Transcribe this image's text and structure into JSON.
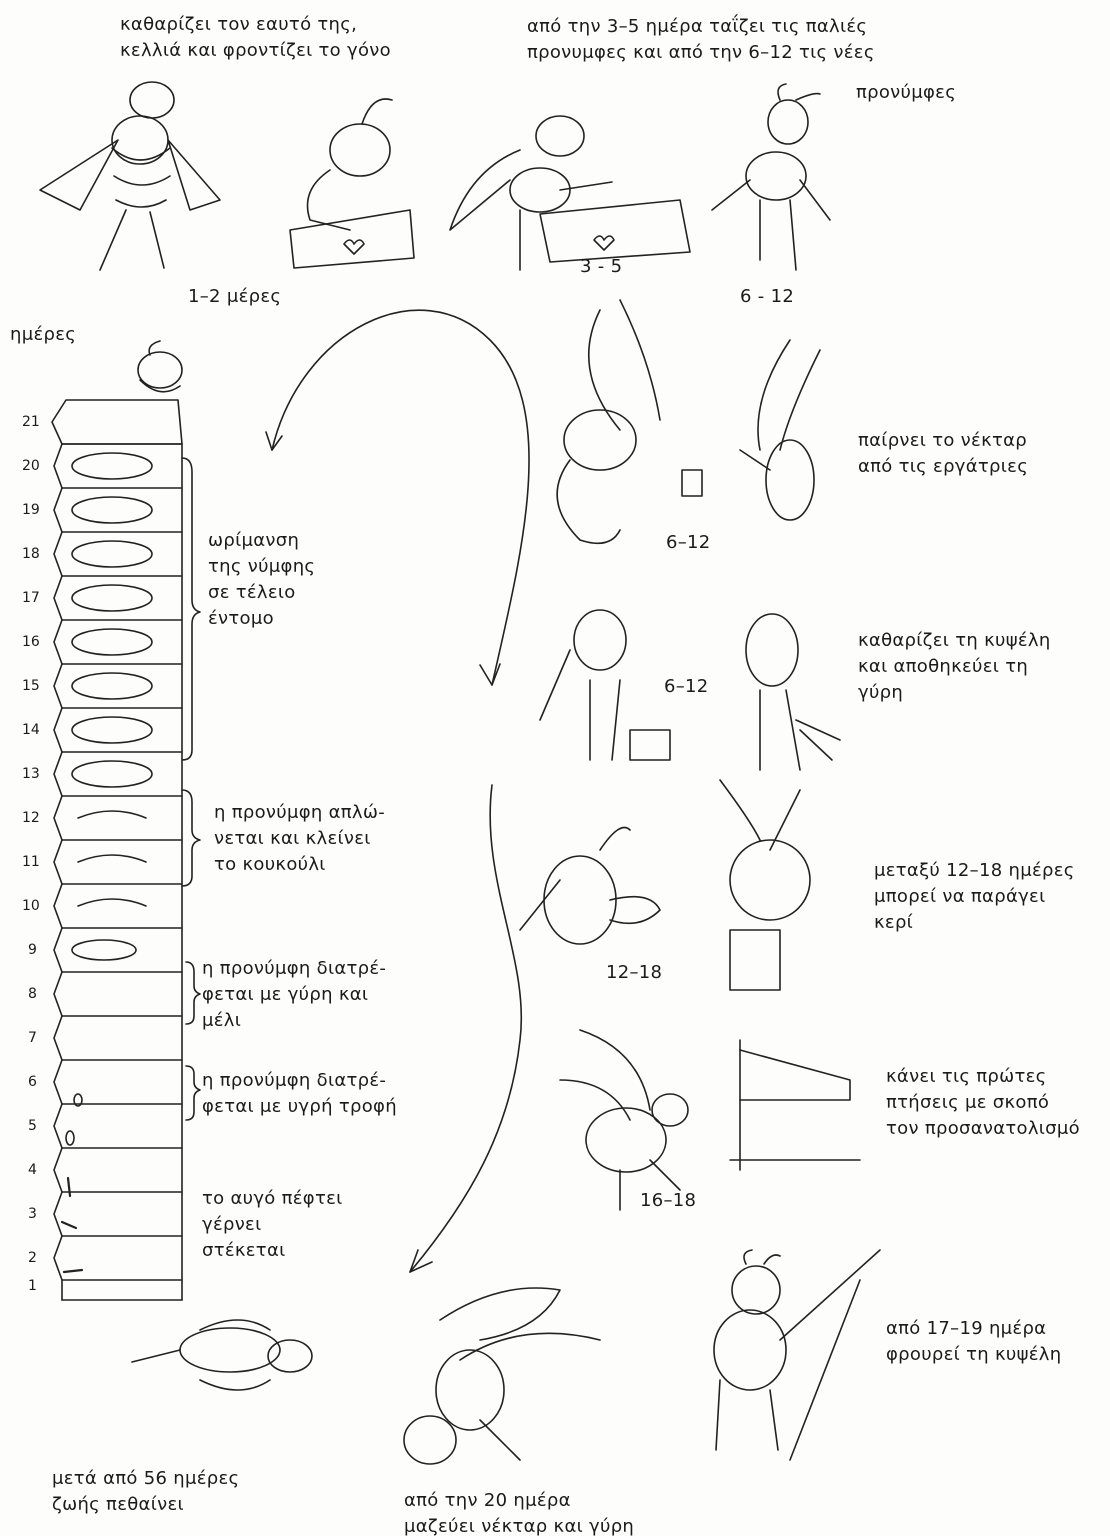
{
  "stages": {
    "cleaning": {
      "lines": [
        "καθαρίζει τον εαυτό της,",
        "κελλιά και φροντίζει το γόνο"
      ],
      "days": "1–2 μέρες"
    },
    "feeding": {
      "lines": [
        "από την 3–5 ημέρα ταΐζει τις παλιές",
        "προνυμφες και από την 6–12 τις νέες",
        "προνύμφες"
      ],
      "days_a": "3 - 5",
      "days_b": "6 - 12"
    },
    "nectar": {
      "lines": [
        "παίρνει το νέκταρ",
        "από τις εργάτριες"
      ],
      "days": "6–12"
    },
    "hive_clean": {
      "lines": [
        "καθαρίζει τη κυψέλη",
        "και αποθηκεύει τη",
        "γύρη"
      ],
      "days": "6–12"
    },
    "wax": {
      "lines": [
        "μεταξύ 12–18 ημέρες",
        "μπορεί να παράγει",
        "κερί"
      ],
      "days": "12–18"
    },
    "flights": {
      "lines": [
        "κάνει τις πρώτες",
        "πτήσεις με σκοπό",
        "τον προσανατολισμό"
      ],
      "days": "16–18"
    },
    "guard": {
      "lines": [
        "από 17–19 ημέρα",
        "φρουρεί τη κυψέλη"
      ]
    },
    "forage": {
      "lines": [
        "από την 20 ημέρα",
        "μαζεύει νέκταρ και γύρη"
      ]
    },
    "death": {
      "lines": [
        "μετά από 56 ημέρες",
        "ζωής πεθαίνει"
      ]
    }
  },
  "cell_column": {
    "axis_label": "ημέρες",
    "day_numbers": [
      "21",
      "20",
      "19",
      "18",
      "17",
      "16",
      "15",
      "14",
      "13",
      "12",
      "11",
      "10",
      "9",
      "8",
      "7",
      "6",
      "5",
      "4",
      "3",
      "2",
      "1"
    ]
  },
  "brood_labels": {
    "maturation": [
      "ωρίμανση",
      "της νύμφης",
      "σε τέλειο",
      "έντομο"
    ],
    "cocoon": [
      "η προνύμφη απλώ-",
      "νεται και κλείνει",
      "το κουκούλι"
    ],
    "pollen_honey": [
      "η προνύμφη διατρέ-",
      "φεται με γύρη και",
      "μέλι"
    ],
    "royal_jelly": [
      "η προνύμφη διατρέ-",
      "φεται με υγρή τροφή"
    ],
    "egg": [
      "το αυγό πέφτει",
      "γέρνει",
      "στέκεται"
    ]
  }
}
